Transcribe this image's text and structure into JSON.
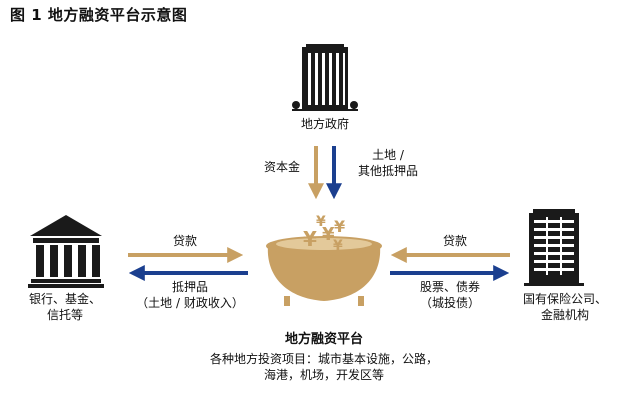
{
  "title": "图 1  地方融资平台示意图",
  "government": {
    "label": "地方政府"
  },
  "flows": {
    "capital": "资本金",
    "land_collateral_line1": "土地 /",
    "land_collateral_line2": "其他抵押品",
    "loan_left": "贷款",
    "collateral_left_line1": "抵押品",
    "collateral_left_line2": "（土地 / 财政收入）",
    "loan_right": "贷款",
    "stocks_bonds_line1": "股票、债券",
    "stocks_bonds_line2": "（城投债）"
  },
  "banks": {
    "line1": "银行、基金、",
    "line2": "信托等"
  },
  "soe": {
    "line1": "国有保险公司、",
    "line2": "金融机构"
  },
  "platform": {
    "title": "地方融资平台",
    "desc_line1": "各种地方投资项目：城市基本设施，公路，",
    "desc_line2": "海港，机场，开发区等"
  },
  "colors": {
    "gold": "#c8a063",
    "navy": "#1b3f8f",
    "dark": "#1a1a1a"
  }
}
